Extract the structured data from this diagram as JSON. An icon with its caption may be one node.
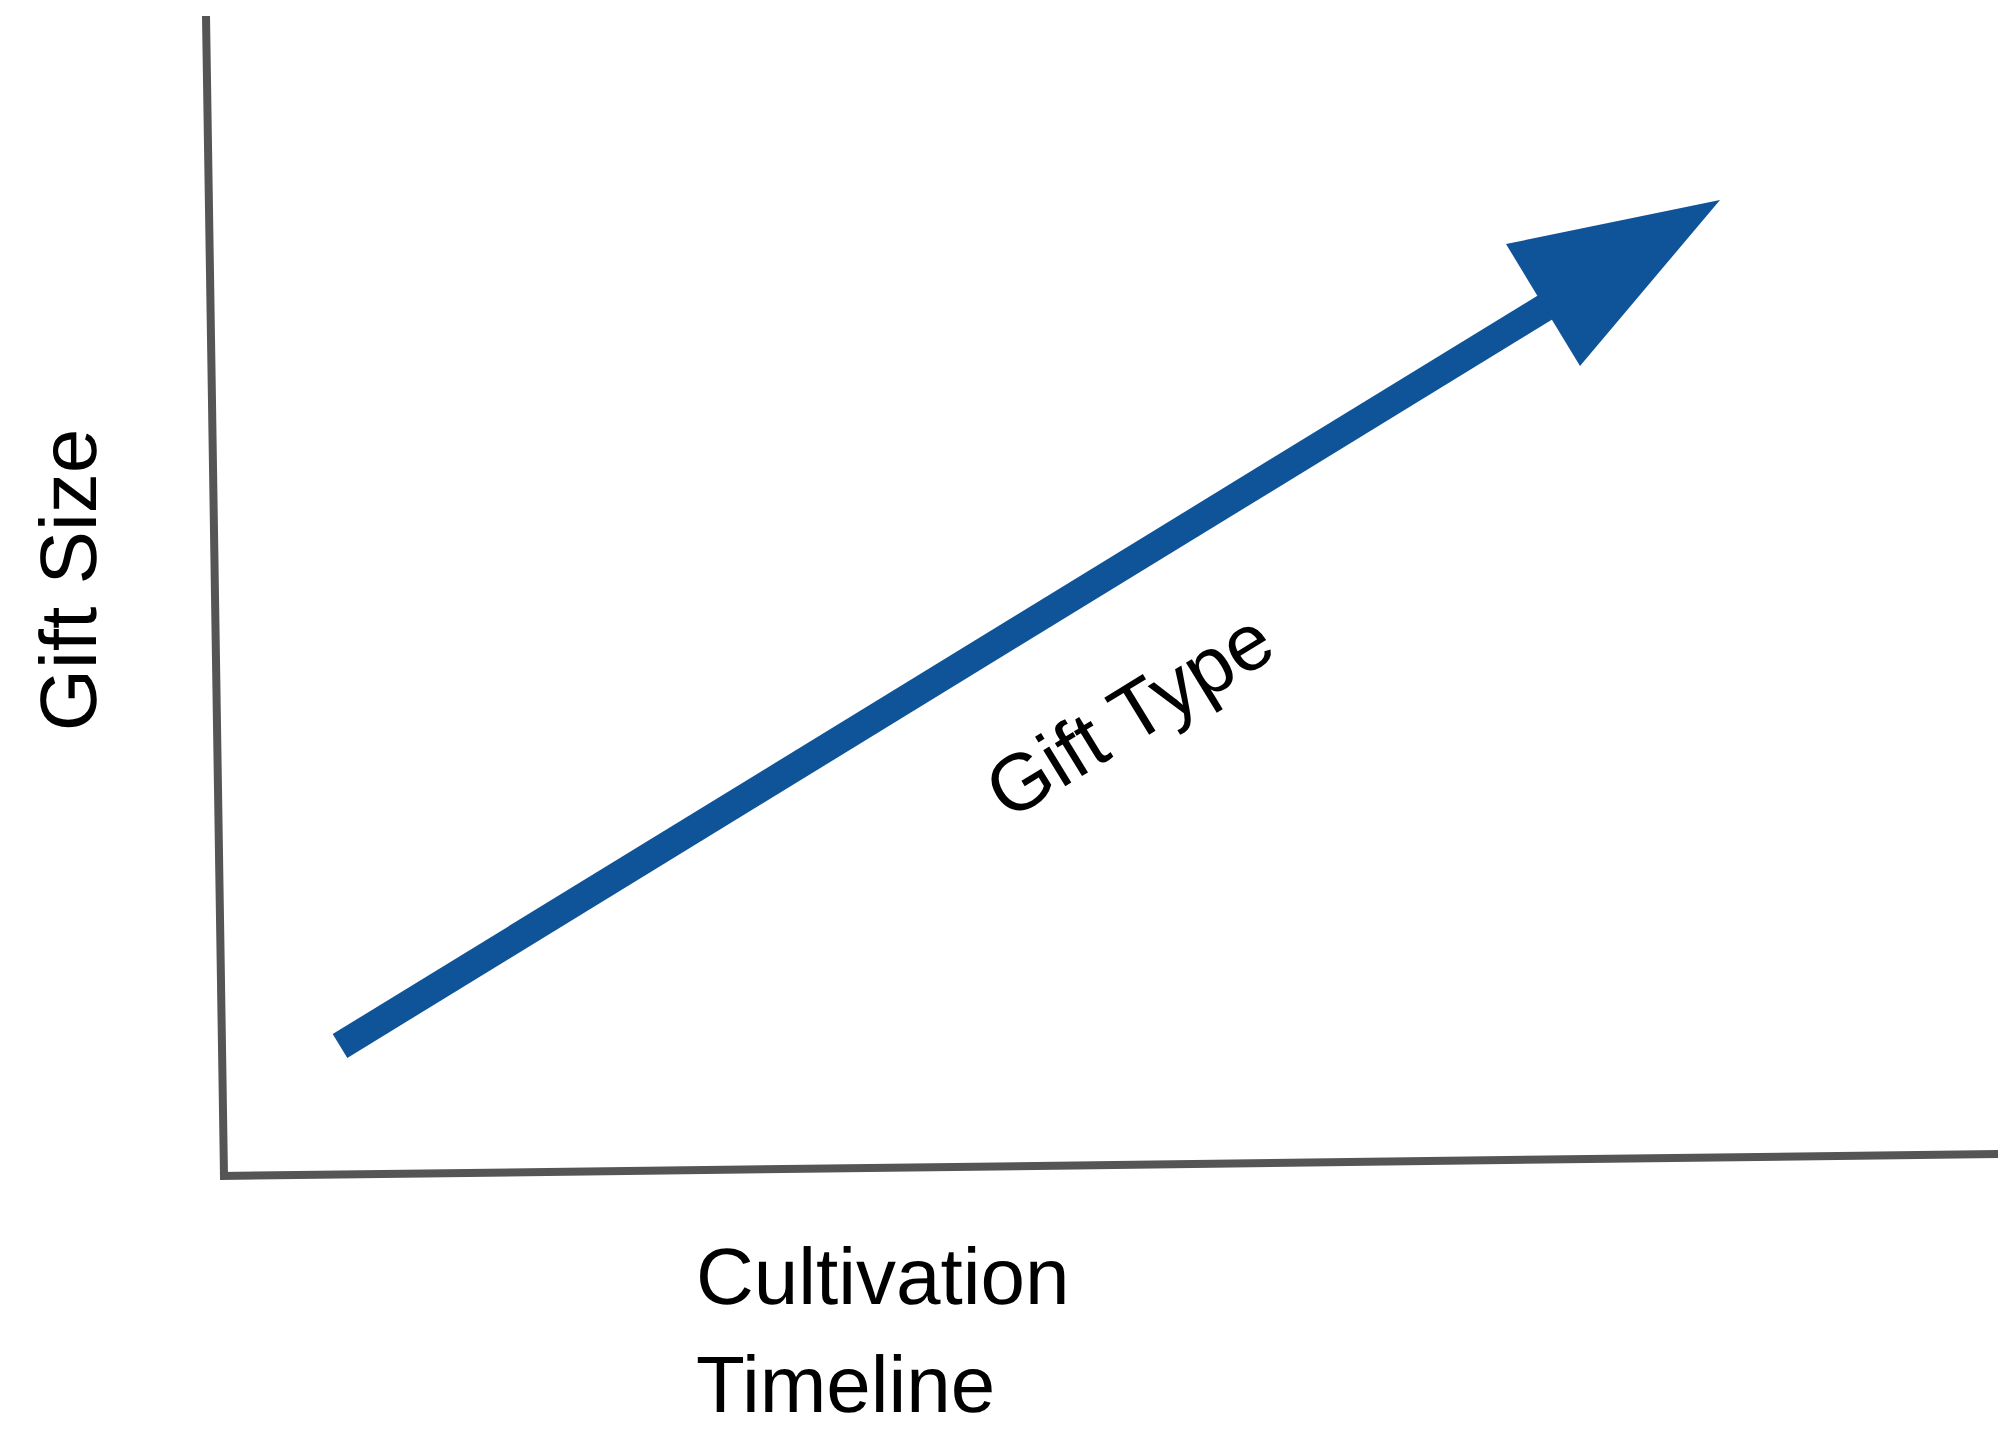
{
  "diagram": {
    "labels": [
      "Gift Size",
      "Gift Type",
      "Cultivation Timeline"
    ]
  }
}
